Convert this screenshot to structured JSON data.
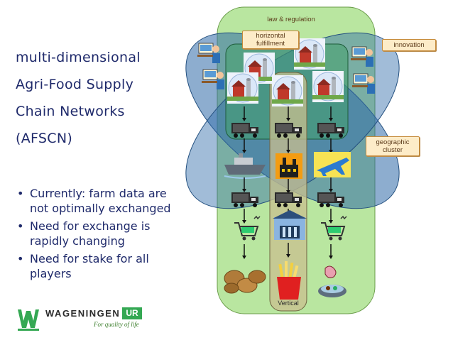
{
  "title_lines": [
    "multi-dimensional",
    "Agri-Food Supply",
    "Chain Networks",
    "(AFSCN)"
  ],
  "bullets": [
    "Currently: farm data are not optimally exchanged",
    "Need for exchange is rapidly changing",
    "Need for stake for all players"
  ],
  "diagram": {
    "law_label": "law & regulation",
    "horizontal_label": "horizontal fulfillment",
    "innovation_label": "innovation",
    "geographic_label": "geographic cluster",
    "vertical_label": "Vertical"
  },
  "logo": {
    "name": "WAGENINGEN",
    "ur": "UR",
    "tagline": "For quality of life"
  },
  "colors": {
    "title_blue": "#1f2a6b",
    "law_green": "#b9e6a0",
    "horizontal_green": "#43a06a",
    "ellipse_blue": "#2f6aa8",
    "vertical_tan": "#c9bf8f",
    "label_box": "#fdecc8"
  }
}
